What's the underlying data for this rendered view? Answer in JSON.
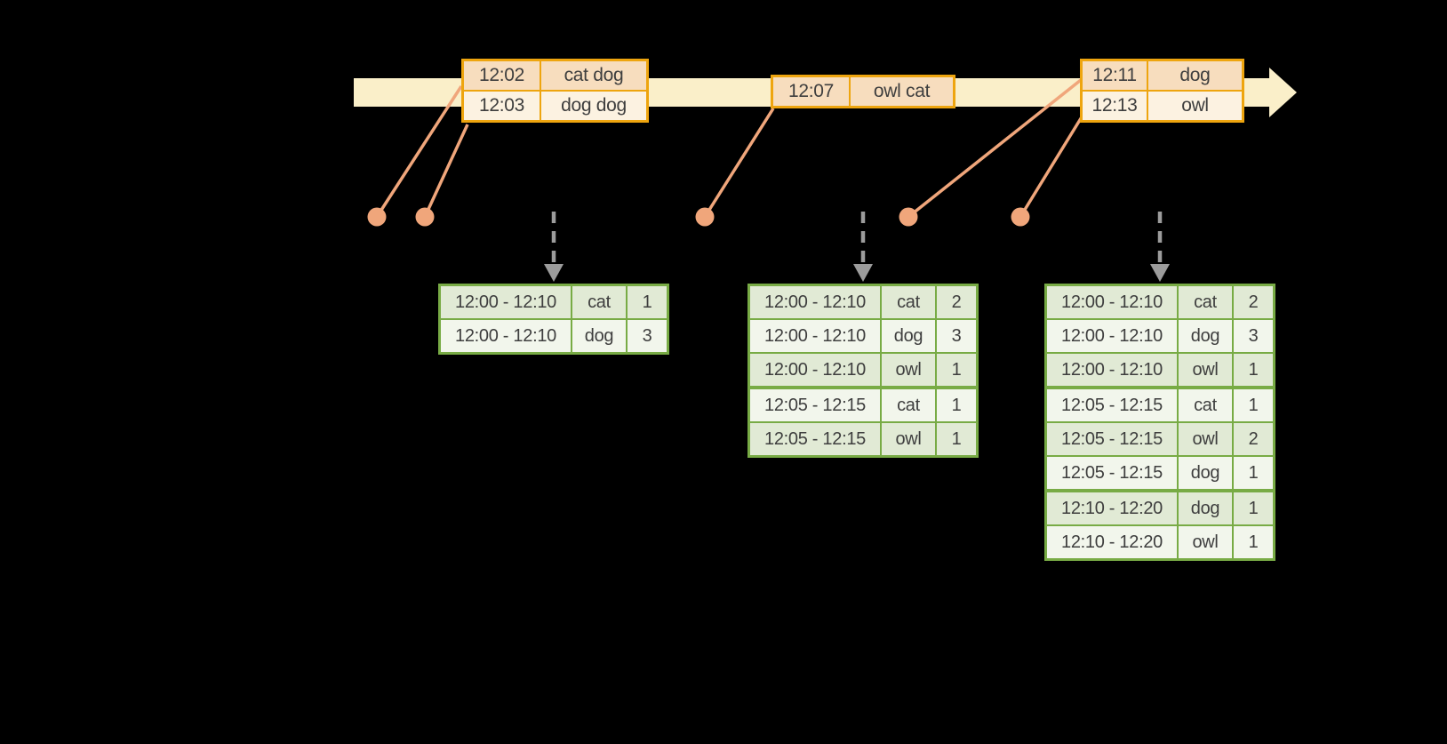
{
  "diagram": {
    "background": "#000000",
    "colors": {
      "event_border": "#EEA50F",
      "event_row_dark": "#F7DDBE",
      "event_row_light": "#FCF2E1",
      "timeline_band": "#FAEFC9",
      "connector": "#F0A67B",
      "result_border": "#78AB45",
      "result_row_tint": "#E1EAD5",
      "result_row_light": "#F2F6EC",
      "dashed_arrow": "#9C9C9C",
      "text": "#3E3E3E"
    },
    "event_tables": [
      {
        "rows": [
          {
            "time": "12:02",
            "words": "cat dog"
          },
          {
            "time": "12:03",
            "words": "dog dog"
          }
        ]
      },
      {
        "rows": [
          {
            "time": "12:07",
            "words": "owl cat"
          }
        ]
      },
      {
        "rows": [
          {
            "time": "12:11",
            "words": "dog"
          },
          {
            "time": "12:13",
            "words": "owl"
          }
        ]
      }
    ],
    "result_tables": [
      {
        "rows": [
          {
            "window": "12:00 - 12:10",
            "word": "cat",
            "count": "1"
          },
          {
            "window": "12:00 - 12:10",
            "word": "dog",
            "count": "3"
          }
        ]
      },
      {
        "rows": [
          {
            "window": "12:00 - 12:10",
            "word": "cat",
            "count": "2"
          },
          {
            "window": "12:00 - 12:10",
            "word": "dog",
            "count": "3"
          },
          {
            "window": "12:00 - 12:10",
            "word": "owl",
            "count": "1"
          },
          {
            "window": "12:05 - 12:15",
            "word": "cat",
            "count": "1"
          },
          {
            "window": "12:05 - 12:15",
            "word": "owl",
            "count": "1"
          }
        ]
      },
      {
        "rows": [
          {
            "window": "12:00 - 12:10",
            "word": "cat",
            "count": "2"
          },
          {
            "window": "12:00 - 12:10",
            "word": "dog",
            "count": "3"
          },
          {
            "window": "12:00 - 12:10",
            "word": "owl",
            "count": "1"
          },
          {
            "window": "12:05 - 12:15",
            "word": "cat",
            "count": "1"
          },
          {
            "window": "12:05 - 12:15",
            "word": "owl",
            "count": "2"
          },
          {
            "window": "12:05 - 12:15",
            "word": "dog",
            "count": "1"
          },
          {
            "window": "12:10 - 12:20",
            "word": "dog",
            "count": "1"
          },
          {
            "window": "12:10 - 12:20",
            "word": "owl",
            "count": "1"
          }
        ]
      }
    ]
  }
}
